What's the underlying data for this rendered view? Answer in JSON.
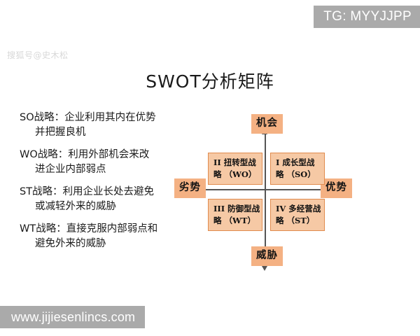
{
  "watermarks": {
    "tg_banner": "TG: MYYJJPP",
    "url_banner": "www.jijiesenlincs.com",
    "sohu": "搜狐号@史木松"
  },
  "title": "SWOT分析矩阵",
  "strategies": [
    {
      "line1": "SO战略：企业利用其内在优势",
      "line2": "并把握良机"
    },
    {
      "line1": "WO战略：利用外部机会来改",
      "line2": "进企业内部弱点"
    },
    {
      "line1": "ST战略：利用企业长处去避免",
      "line2": "或减轻外来的威胁"
    },
    {
      "line1": "WT战略：直接克服内部弱点和",
      "line2": "避免外来的威胁"
    }
  ],
  "matrix": {
    "axis_labels": {
      "top": "机会",
      "bottom": "威胁",
      "left": "劣势",
      "right": "优势"
    },
    "quadrants": {
      "wo": {
        "line1": "II 扭转型战",
        "line2": "略 （WO）"
      },
      "so": {
        "line1": "I 成长型战",
        "line2": "略 （SO）"
      },
      "wt": {
        "line1": "III 防御型战",
        "line2": "略 （WT）"
      },
      "st": {
        "line1": "IV 多经营战",
        "line2": "略 （ST）"
      }
    }
  },
  "colors": {
    "quadrant_fill": "#f6c9a5",
    "quadrant_border": "#e08b4e",
    "axis_label_fill": "#f4b183",
    "axis_line": "#555555",
    "banner_bg": "#aaaaaa",
    "background": "#ffffff"
  }
}
